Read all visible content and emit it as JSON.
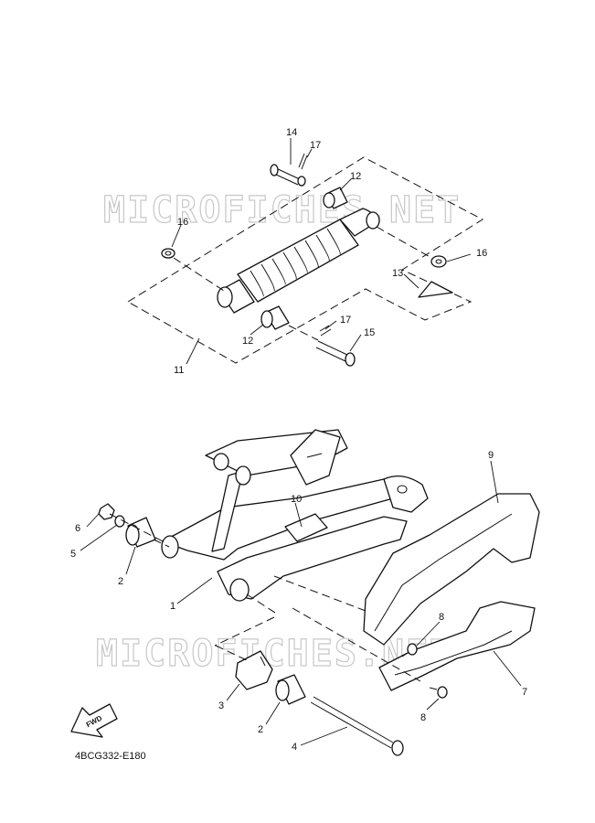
{
  "watermark": "MICROFICHES.NET",
  "diagram_code": "4BCG332-E180",
  "fwd_label": "FWD",
  "callouts": {
    "p1": "1",
    "p2a": "2",
    "p2b": "2",
    "p3": "3",
    "p4": "4",
    "p5": "5",
    "p6": "6",
    "p7": "7",
    "p8a": "8",
    "p8b": "8",
    "p9": "9",
    "p10": "10",
    "p11": "11",
    "p12a": "12",
    "p12b": "12",
    "p13": "13",
    "p14": "14",
    "p15": "15",
    "p16a": "16",
    "p16b": "16",
    "p17a": "17",
    "p17b": "17"
  }
}
